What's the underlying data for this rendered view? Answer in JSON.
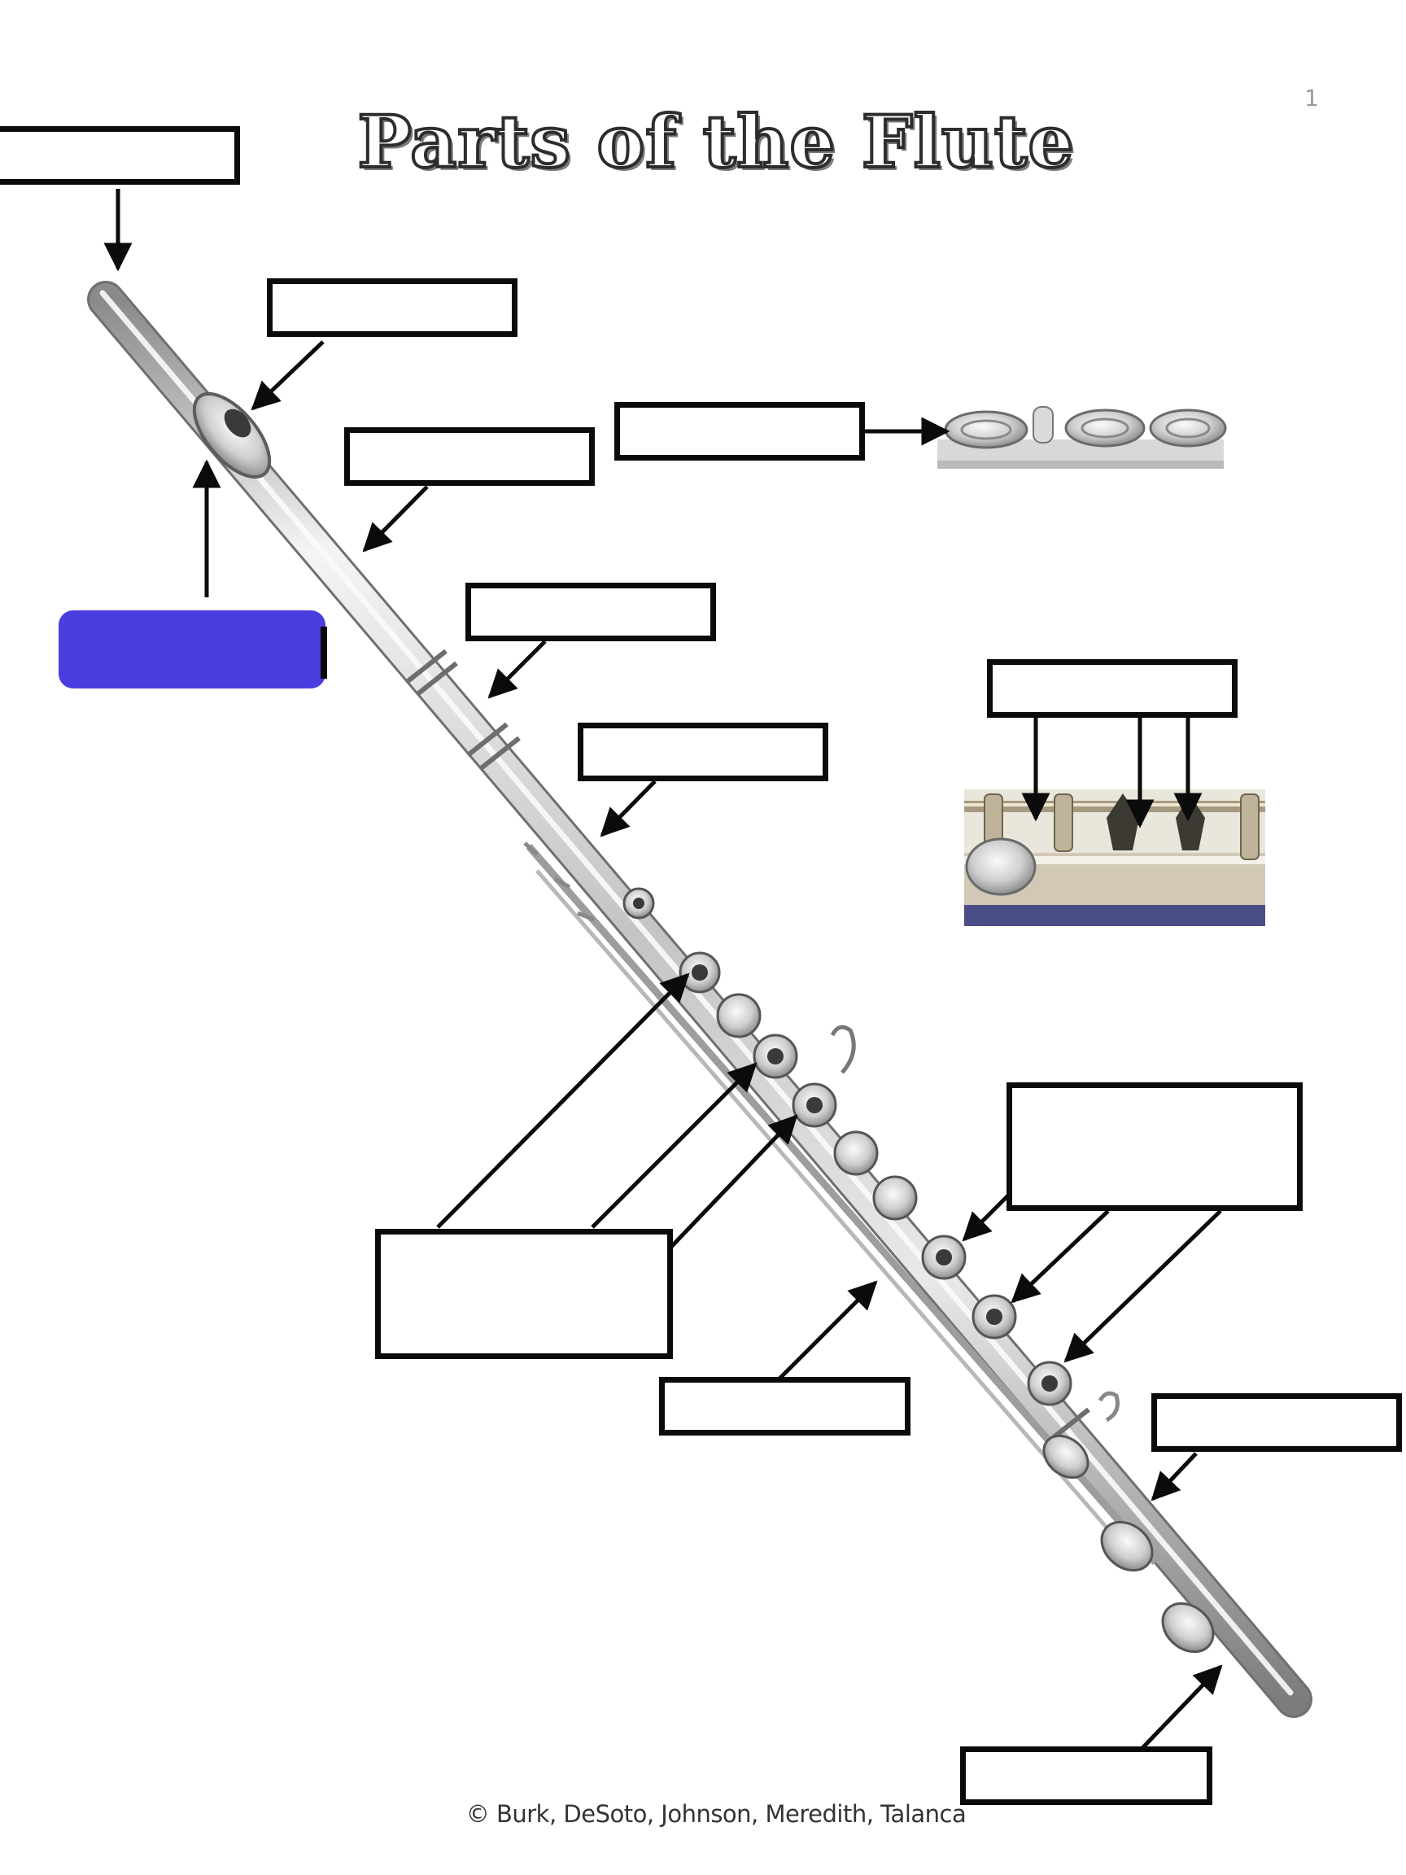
{
  "page_number": "1",
  "title": "Parts of the Flute",
  "footer": "© Burk, DeSoto, Johnson, Meredith, Talanca",
  "label_boxes": [
    "",
    "",
    "",
    "",
    "",
    "",
    "",
    "",
    "",
    "",
    "",
    "",
    ""
  ],
  "colors": {
    "answer_box_fill": "#4a3ee0",
    "outline": "#0b0b0b",
    "flute_metal": "#c9c9c9"
  }
}
